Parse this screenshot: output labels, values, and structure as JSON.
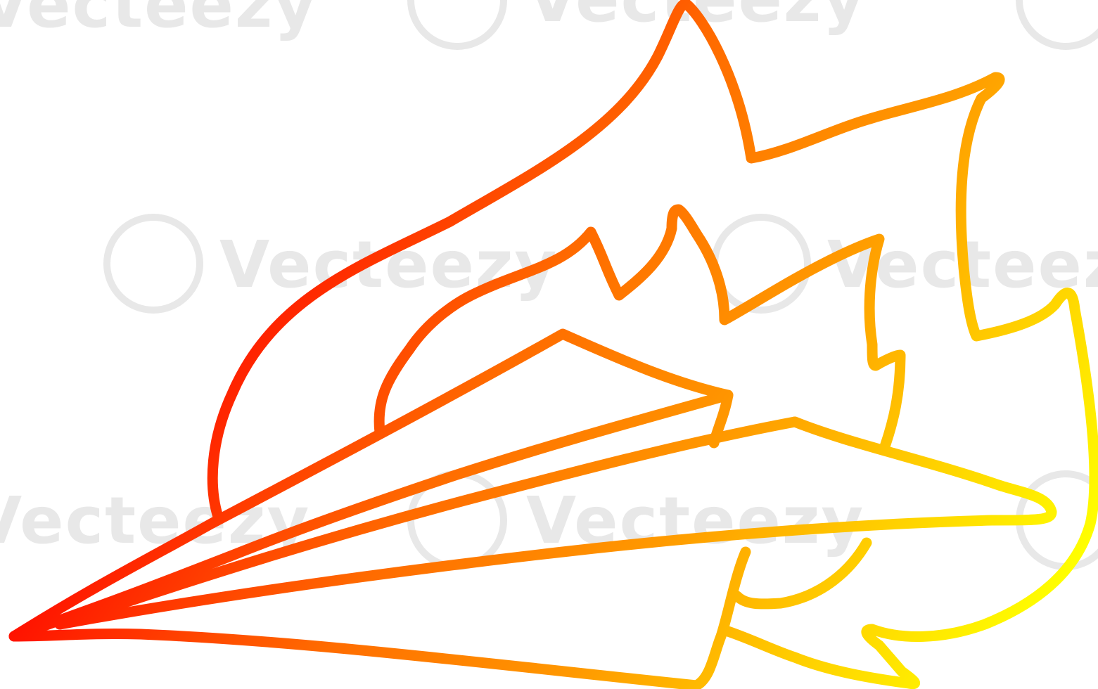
{
  "illustration": {
    "subject": "paper-plane-on-fire",
    "style": "line-art",
    "stroke_gradient": [
      "#ff0000",
      "#ff6a00",
      "#ff9900",
      "#ffd400",
      "#ffff00"
    ]
  },
  "watermark": {
    "text": "Vecteezy",
    "color": "#e8e8e8"
  }
}
